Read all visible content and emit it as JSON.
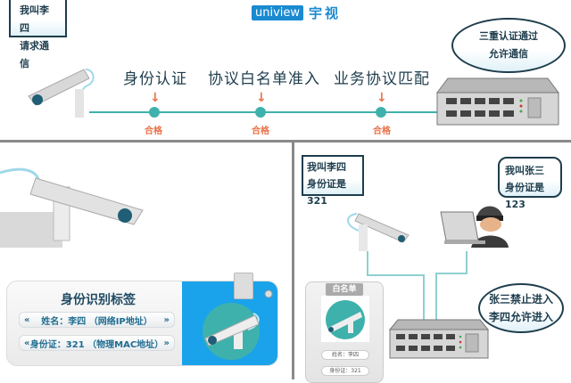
{
  "brand": {
    "logo": "uniview",
    "name": "宇视"
  },
  "top": {
    "camera_bubble": [
      "我叫李四",
      "请求通信"
    ],
    "switch_bubble": [
      "三重认证通过",
      "允许通信"
    ],
    "steps": [
      {
        "label": "身份认证",
        "status": "合格"
      },
      {
        "label": "协议白名单准入",
        "status": "合格"
      },
      {
        "label": "业务协议匹配",
        "status": "合格"
      }
    ]
  },
  "id_tag": {
    "title": "身份识别标签",
    "rows": [
      {
        "text": "姓名：李四  （网络IP地址）"
      },
      {
        "text": "身份证：321  （物理MAC地址）"
      }
    ],
    "left_mark": "«",
    "right_mark": "»"
  },
  "attack": {
    "camera_bubble": [
      "我叫李四",
      "身份证是321"
    ],
    "hacker_bubble": [
      "我叫张三",
      "身份证是123"
    ],
    "switch_bubble": [
      "张三禁止进入",
      "李四允许进入"
    ],
    "whitelist": {
      "title": "白名单",
      "name": "姓名：李四",
      "id": "身份证：321"
    }
  },
  "colors": {
    "teal": "#3fb1ac",
    "orange": "#e8734a",
    "blue": "#1aa3ea"
  }
}
